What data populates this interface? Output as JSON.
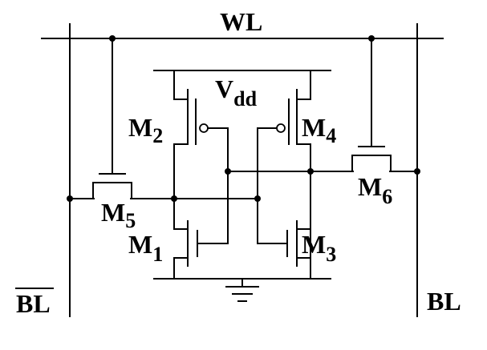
{
  "signals": {
    "word_line": "WL",
    "supply_main": "V",
    "supply_sub": "dd",
    "bitline": "BL",
    "bitline_bar": "BL"
  },
  "transistors": [
    {
      "main": "M",
      "sub": "1"
    },
    {
      "main": "M",
      "sub": "2"
    },
    {
      "main": "M",
      "sub": "3"
    },
    {
      "main": "M",
      "sub": "4"
    },
    {
      "main": "M",
      "sub": "5"
    },
    {
      "main": "M",
      "sub": "6"
    }
  ]
}
